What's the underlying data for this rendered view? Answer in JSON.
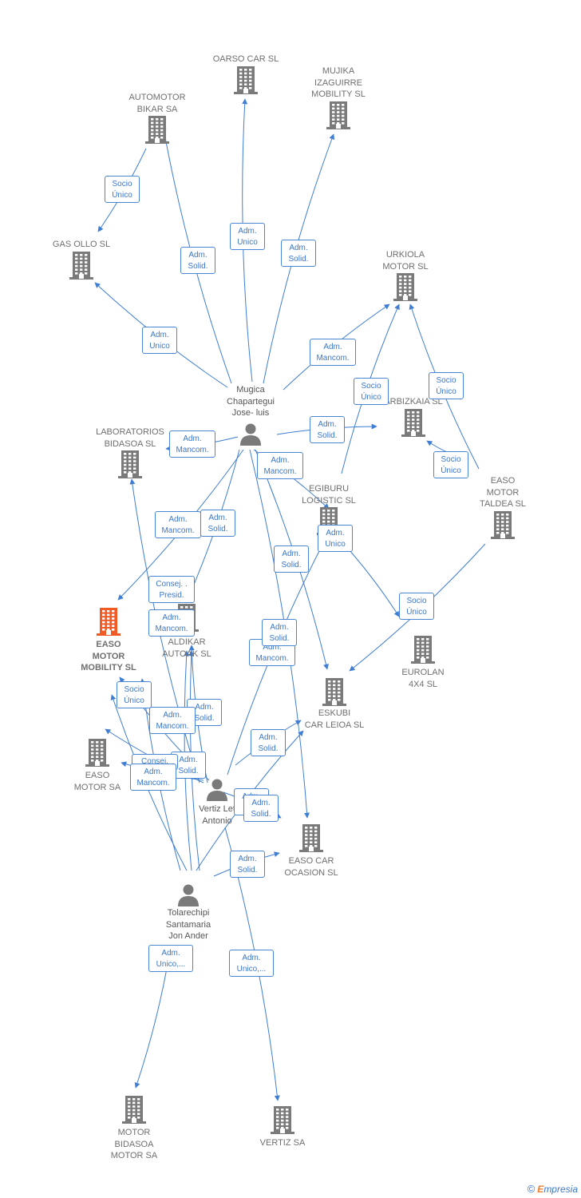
{
  "colors": {
    "building": "#7a7a7a",
    "highlight": "#f15a24",
    "edge": "#3f7ed2",
    "label": "#3a77c9",
    "text": "#6f6f6f"
  },
  "companies": [
    {
      "id": "oarso",
      "label": "OARSO CAR SL"
    },
    {
      "id": "mujika",
      "label": "MUJIKA\nIZAGUIRRE\nMOBILITY  SL"
    },
    {
      "id": "automotor",
      "label": "AUTOMOTOR\nBIKAR SA"
    },
    {
      "id": "gasollo",
      "label": "GAS OLLO SL"
    },
    {
      "id": "urkiola",
      "label": "URKIOLA\nMOTOR  SL"
    },
    {
      "id": "arbizkaia",
      "label": "ARBIZKAIA SL"
    },
    {
      "id": "laboratorios",
      "label": "LABORATORIOS\nBIDASOA  SL"
    },
    {
      "id": "egiburu",
      "label": "EGIBURU\nLOGISTIC  SL"
    },
    {
      "id": "easomotortaldea",
      "label": "EASO\nMOTOR\nTALDEA  SL"
    },
    {
      "id": "easomotormobility",
      "label": "EASO\nMOTOR\nMOBILITY  SL",
      "highlight": true
    },
    {
      "id": "aldikar",
      "label": "ALDIKAR\nAUTOAK SL"
    },
    {
      "id": "eurolan",
      "label": "EUROLAN\n4X4  SL"
    },
    {
      "id": "eskubi",
      "label": "ESKUBI\nCAR LEIOA  SL"
    },
    {
      "id": "easomotorsa",
      "label": "EASO\nMOTOR SA"
    },
    {
      "id": "easocar",
      "label": "EASO CAR\nOCASION  SL"
    },
    {
      "id": "motorbidasoa",
      "label": "MOTOR\nBIDASOA\nMOTOR SA"
    },
    {
      "id": "vertiz",
      "label": "VERTIZ SA"
    }
  ],
  "persons": [
    {
      "id": "mugica",
      "label": "Mugica\nChapartegui\nJose- luis"
    },
    {
      "id": "vertizlet",
      "label": "Vertiz Let\nAntonio"
    },
    {
      "id": "tolarechipi",
      "label": "Tolarechipi\nSantamaria\nJon Ander"
    }
  ],
  "edge_labels": [
    {
      "id": "l1",
      "text": "Socio\nÚnico"
    },
    {
      "id": "l2",
      "text": "Adm.\nSolid."
    },
    {
      "id": "l3",
      "text": "Adm.\nUnico"
    },
    {
      "id": "l4",
      "text": "Adm.\nSolid."
    },
    {
      "id": "l5",
      "text": "Adm.\nUnico"
    },
    {
      "id": "l6",
      "text": "Adm.\nMancom."
    },
    {
      "id": "l7",
      "text": "Socio\nÚnico"
    },
    {
      "id": "l8",
      "text": "Socio\nÚnico"
    },
    {
      "id": "l9",
      "text": "Adm.\nSolid."
    },
    {
      "id": "l10",
      "text": "Adm.\nMancom."
    },
    {
      "id": "l11",
      "text": "Socio\nÚnico"
    },
    {
      "id": "l12",
      "text": "Adm.\nMancom."
    },
    {
      "id": "l13",
      "text": "Adm.\nMancom."
    },
    {
      "id": "l14",
      "text": "Adm.\nSolid."
    },
    {
      "id": "l15",
      "text": "Adm.\nUnico"
    },
    {
      "id": "l16",
      "text": "Adm.\nSolid."
    },
    {
      "id": "l17",
      "text": "Consej. .\nPresid."
    },
    {
      "id": "l18",
      "text": "Adm.\nMancom."
    },
    {
      "id": "l19",
      "text": "Socio\nÚnico"
    },
    {
      "id": "l20",
      "text": "Adm.\nMancom."
    },
    {
      "id": "l21",
      "text": "Adm.\nSolid."
    },
    {
      "id": "l22",
      "text": "Socio\nÚnico"
    },
    {
      "id": "l23",
      "text": "Adm.\nSolid."
    },
    {
      "id": "l24",
      "text": "Adm.\nMancom."
    },
    {
      "id": "l25",
      "text": "Adm.\nSolid."
    },
    {
      "id": "l26",
      "text": "Consej."
    },
    {
      "id": "l27",
      "text": "Adm.\nSolid."
    },
    {
      "id": "l28",
      "text": "Adm.\nMancom."
    },
    {
      "id": "l29",
      "text": "Adm.\nS"
    },
    {
      "id": "l30",
      "text": "Adm.\nSolid."
    },
    {
      "id": "l31",
      "text": "Adm.\nSolid."
    },
    {
      "id": "l32",
      "text": "Adm.\nUnico,..."
    },
    {
      "id": "l33",
      "text": "Adm.\nUnico,..."
    }
  ],
  "footer": {
    "copyright": "©",
    "brand_first": "E",
    "brand_rest": "mpresia"
  }
}
